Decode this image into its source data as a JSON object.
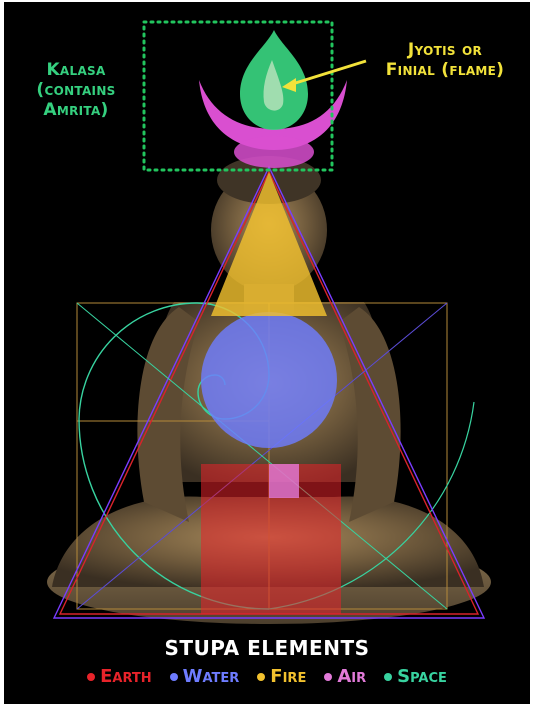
{
  "labels": {
    "kalasa": [
      "Kalasa",
      "(contains",
      "Amrita)"
    ],
    "jyotis": [
      "Jyotis or",
      "Finial (flame)"
    ]
  },
  "title": "STUPA ELEMENTS",
  "legend": [
    {
      "name": "Earth",
      "color": "#e8232a"
    },
    {
      "name": "Water",
      "color": "#6e7cff"
    },
    {
      "name": "Fire",
      "color": "#f2c12e"
    },
    {
      "name": "Air",
      "color": "#e27ad9"
    },
    {
      "name": "Space",
      "color": "#38d3a0"
    }
  ],
  "colors": {
    "kalasa_text": "#35d07f",
    "jyotis_text": "#f2e23a",
    "dotted_box": "#22c55e",
    "earth": "#e8232a",
    "water": "#6e7cff",
    "fire": "#f2c12e",
    "air": "#e27ad9",
    "space": "#38d3a0",
    "background": "#000000"
  }
}
